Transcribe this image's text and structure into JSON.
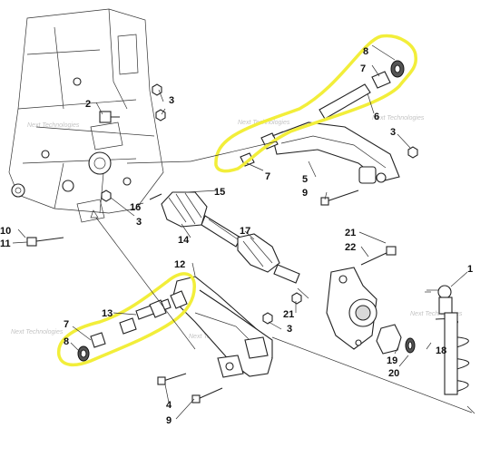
{
  "highlight_color": "#f2ee3a",
  "line_color": "#222222",
  "watermark": "Next Technologies",
  "labels": {
    "p1": "1",
    "p2": "2",
    "p3a": "3",
    "p3b": "3",
    "p3c": "3",
    "p3d": "3",
    "p4": "4",
    "p5": "5",
    "p6": "6",
    "p7a": "7",
    "p7b": "7",
    "p7c": "7",
    "p8": "8",
    "p9a": "9",
    "p9b": "9",
    "p10": "10",
    "p11": "11",
    "p12": "12",
    "p13": "13",
    "p14": "14",
    "p15": "15",
    "p16": "16",
    "p17": "17",
    "p18": "18",
    "p19": "19",
    "p20": "20",
    "p21a": "21",
    "p21b": "21",
    "p22": "22",
    "p8b": "8"
  }
}
